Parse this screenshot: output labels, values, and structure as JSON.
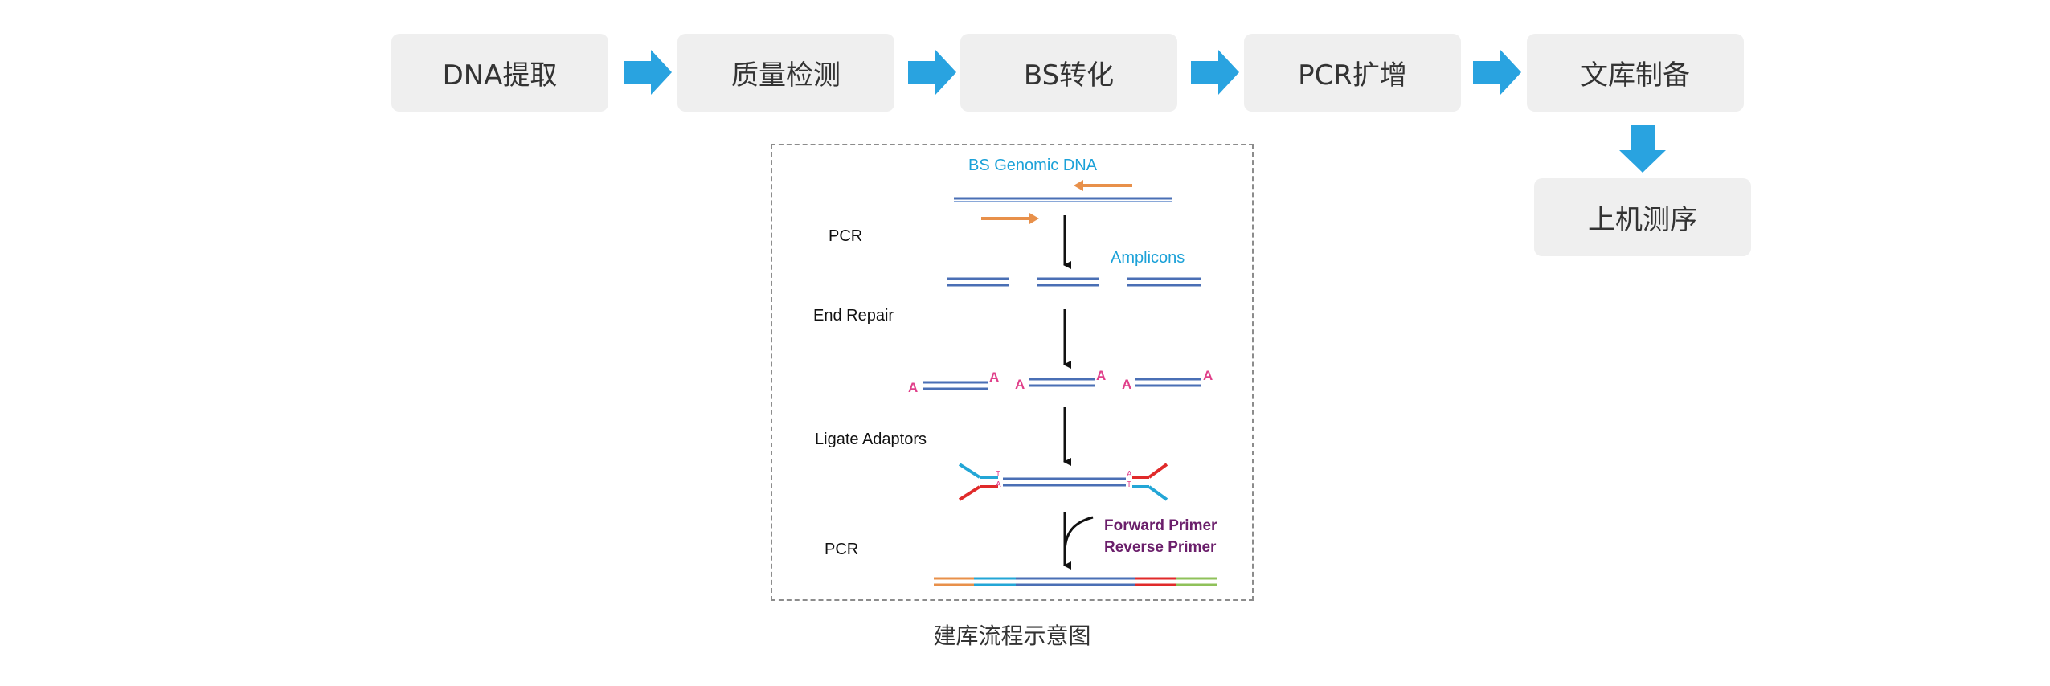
{
  "flow": {
    "steps": [
      "DNA提取",
      "质量检测",
      "BS转化",
      "PCR扩增",
      "文库制备"
    ],
    "final_step": "上机测序"
  },
  "diagram": {
    "labels": {
      "bs_genomic_dna": "BS  Genomic  DNA",
      "pcr_1": "PCR",
      "amplicons": "Amplicons",
      "end_repair": "End Repair",
      "ligate_adaptors": "Ligate Adaptors",
      "pcr_2": "PCR",
      "forward_primer": "Forward Primer",
      "reverse_primer": "Reverse Primer",
      "a_base": "A",
      "t_base": "T"
    },
    "caption": "建库流程示意图"
  },
  "colors": {
    "arrow_blue": "#29a3e0",
    "step_bg": "#efefef",
    "dna_blue": "#4a6fb5",
    "label_cyan": "#1ba1d8",
    "primer_orange": "#e8904a",
    "a_pink": "#e0408a",
    "adaptor_red": "#e02a2a",
    "adaptor_cyan": "#23a6d6",
    "adaptor_green": "#8fc15a",
    "primer_purple": "#6b1f6b"
  }
}
